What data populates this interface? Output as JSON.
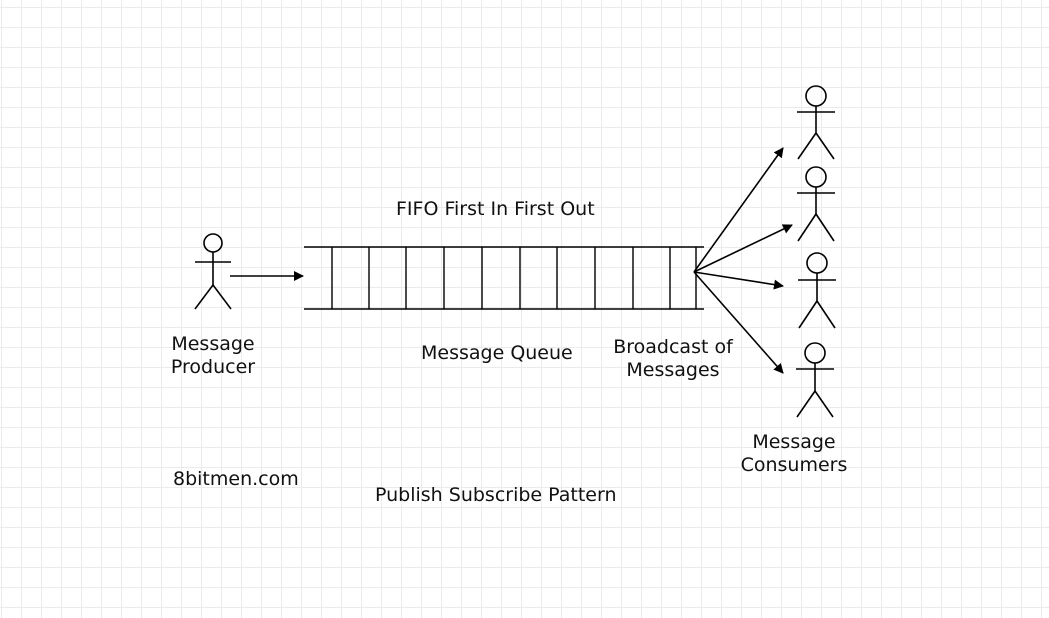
{
  "diagram": {
    "title": "FIFO First In First Out",
    "producer_label": "Message\nProducer",
    "queue_label": "Message Queue",
    "broadcast_label": "Broadcast of\nMessages",
    "consumers_label": "Message\nConsumers",
    "site": "8bitmen.com",
    "pattern_label": "Publish Subscribe Pattern",
    "queue_slots": 10,
    "consumer_count": 4,
    "stroke_color": "#000000",
    "grid_color": "#ebebeb",
    "icons": [
      "stick-figure-icon",
      "arrow-icon"
    ]
  }
}
